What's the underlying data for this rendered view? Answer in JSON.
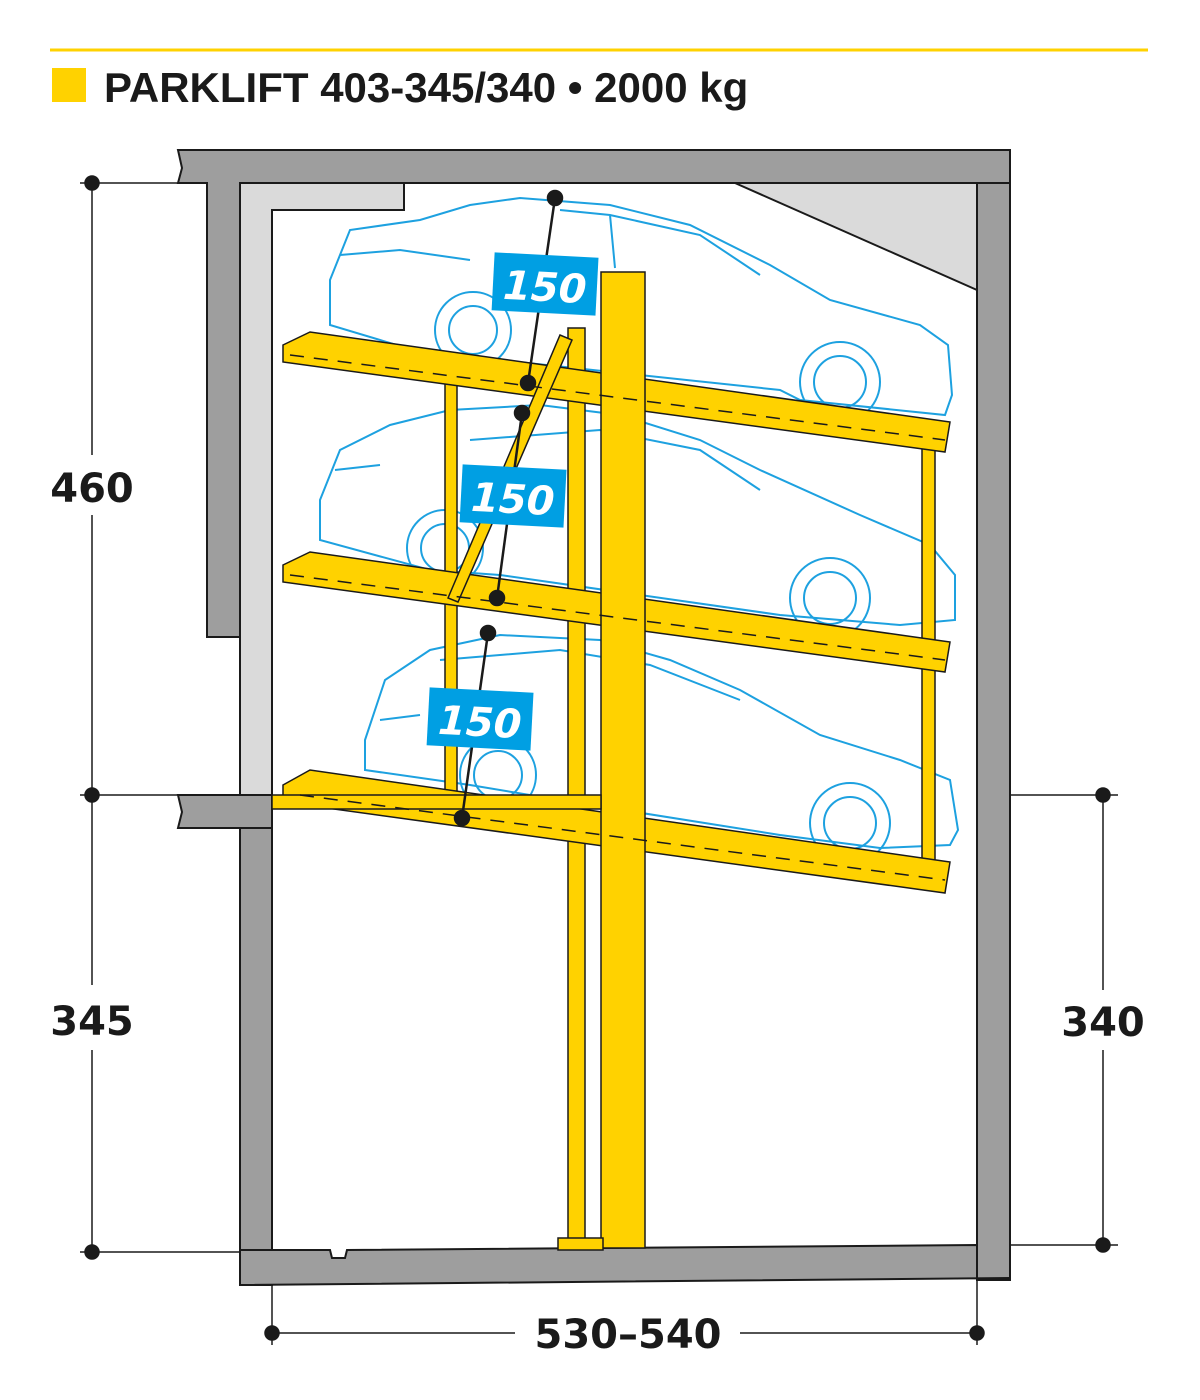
{
  "title": "PARKLIFT 403-345/340 • 2000 kg",
  "colors": {
    "accent": "#ffd200",
    "wall": "#9e9e9e",
    "lining": "#dadada",
    "car": "#1da1e0",
    "label_bg": "#009fe3",
    "ink": "#1a1a1a"
  },
  "dimensions": {
    "upper_height": "460",
    "pit_depth_left": "345",
    "pit_depth_right": "340",
    "width": "530–540"
  },
  "platform_heights": [
    "150",
    "150",
    "150"
  ]
}
